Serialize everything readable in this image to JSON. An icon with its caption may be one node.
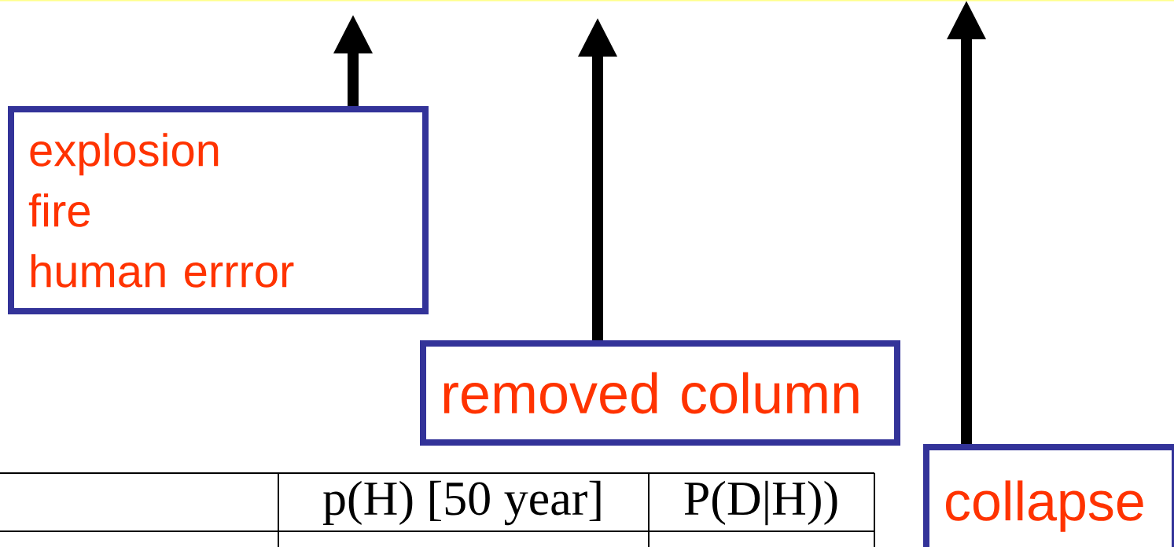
{
  "diagram": {
    "nodes": [
      {
        "text": [
          "explosion",
          "fire",
          "human errror"
        ]
      },
      {
        "text": [
          "removed column"
        ]
      },
      {
        "text": [
          "collapse"
        ]
      }
    ],
    "edges": [
      {
        "from": 0,
        "to": null,
        "arrow": "to"
      },
      {
        "from": 1,
        "to": null,
        "arrow": "to"
      },
      {
        "from": 2,
        "to": null,
        "arrow": "to"
      }
    ],
    "labels": [
      "p(H) [50 year]",
      "P(D|H))"
    ]
  }
}
